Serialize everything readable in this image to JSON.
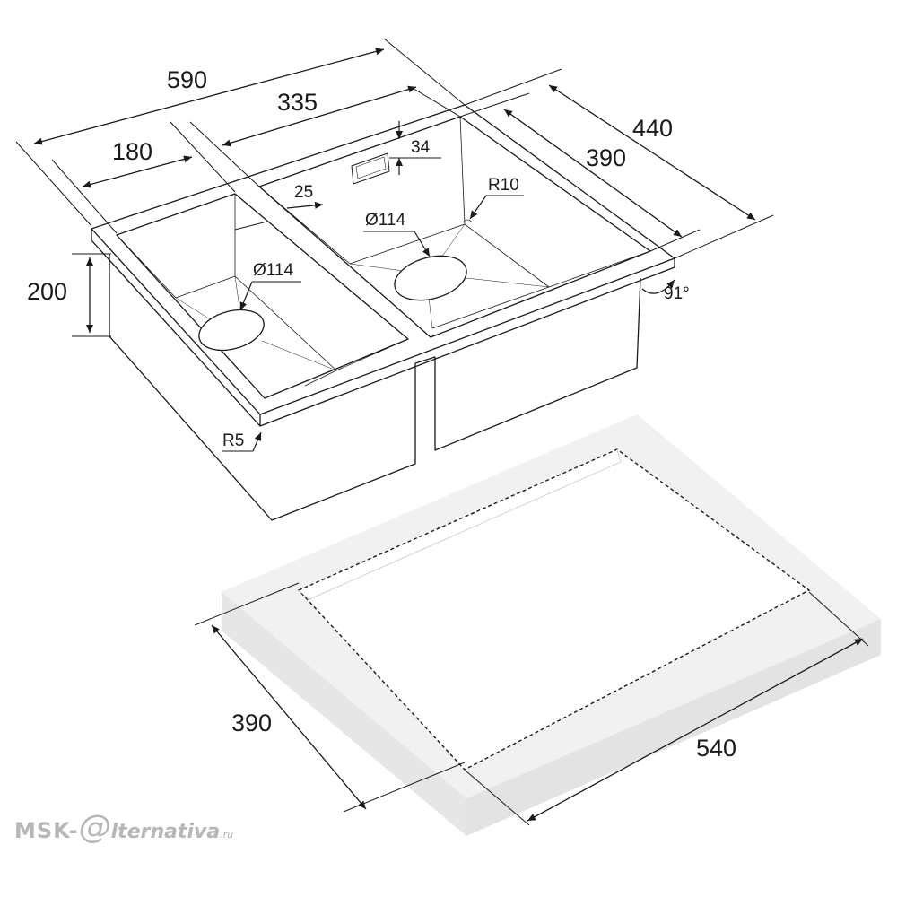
{
  "drawing": {
    "overall_width": "590",
    "bowl_large_width": "335",
    "bowl_small_width": "180",
    "overall_depth": "440",
    "bowl_depth": "390",
    "offset_top": "34",
    "offset_rim": "25",
    "radius_corner": "R10",
    "radius_top": "R5",
    "drain_large": "Ø114",
    "drain_small": "Ø114",
    "bowl_height": "200",
    "angle": "91°"
  },
  "cutout": {
    "depth": "390",
    "width": "540"
  },
  "watermark": {
    "part1": "MSK-",
    "part2": "lternativa",
    "part3": ".ru"
  },
  "colors": {
    "line": "#1a1a1a",
    "counter_top": "#f1f1f1",
    "counter_side": "#e6e6e6",
    "watermark": "#b7b7b7"
  }
}
